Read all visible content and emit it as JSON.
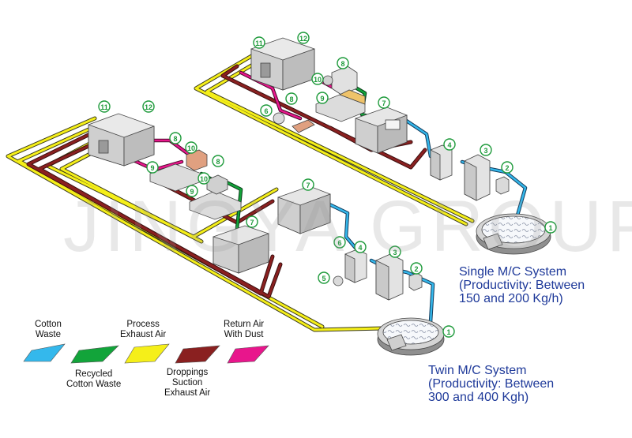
{
  "watermark": "JINGYA GROUP",
  "colors": {
    "cotton_waste": "#34b8ec",
    "recycled_cotton_waste": "#12a43a",
    "process_exhaust_air": "#f5ef19",
    "droppings_suction_exhaust_air": "#8a2020",
    "return_air_with_dust": "#e8168c",
    "label_blue": "#1f3a9a",
    "badge_green": "#1d9a3a"
  },
  "systems": {
    "single": {
      "title": "Single M/C System",
      "line2": "(Productivity: Between",
      "line3": "150 and 200 Kg/h)"
    },
    "twin": {
      "title": "Twin M/C System",
      "line2": "(Productivity: Between",
      "line3": "300 and 400 Kgh)"
    }
  },
  "legend": [
    {
      "key": "cotton_waste",
      "lines": [
        "Cotton",
        "Waste"
      ],
      "color": "#34b8ec"
    },
    {
      "key": "recycled_cotton_waste",
      "lines": [
        "Recycled",
        "Cotton Waste"
      ],
      "color": "#12a43a"
    },
    {
      "key": "process_exhaust_air",
      "lines": [
        "Process",
        "Exhaust Air"
      ],
      "color": "#f5ef19"
    },
    {
      "key": "droppings_suction_exhaust_air",
      "lines": [
        "Droppings",
        "Suction",
        "Exhaust Air"
      ],
      "color": "#8a2020"
    },
    {
      "key": "return_air_with_dust",
      "lines": [
        "Return Air",
        "With Dust"
      ],
      "color": "#e8168c"
    }
  ],
  "badges": [
    "①",
    "②",
    "③",
    "④",
    "⑤",
    "⑥",
    "⑦",
    "⑧",
    "⑨",
    "⑩",
    "⑪",
    "⑫"
  ]
}
